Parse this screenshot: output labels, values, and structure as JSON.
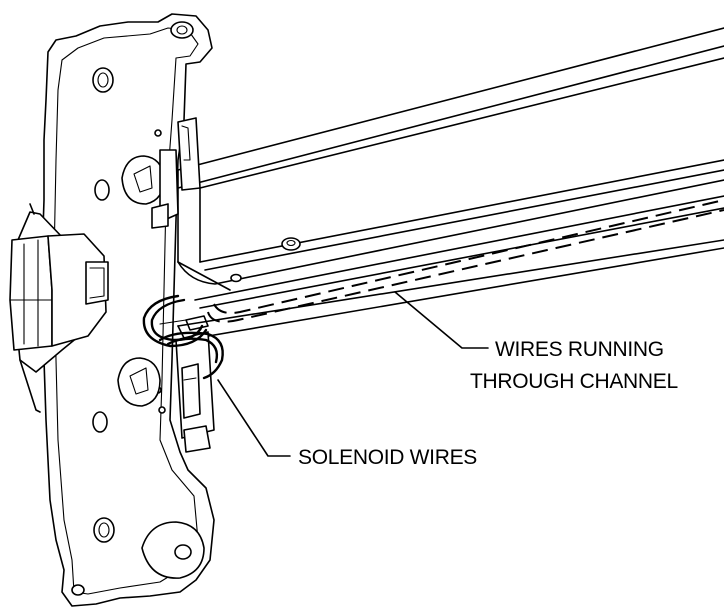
{
  "callouts": {
    "wires_line1": "WIRES RUNNING",
    "wires_line2": "THROUGH CHANNEL",
    "solenoid": "SOLENOID WIRES"
  }
}
